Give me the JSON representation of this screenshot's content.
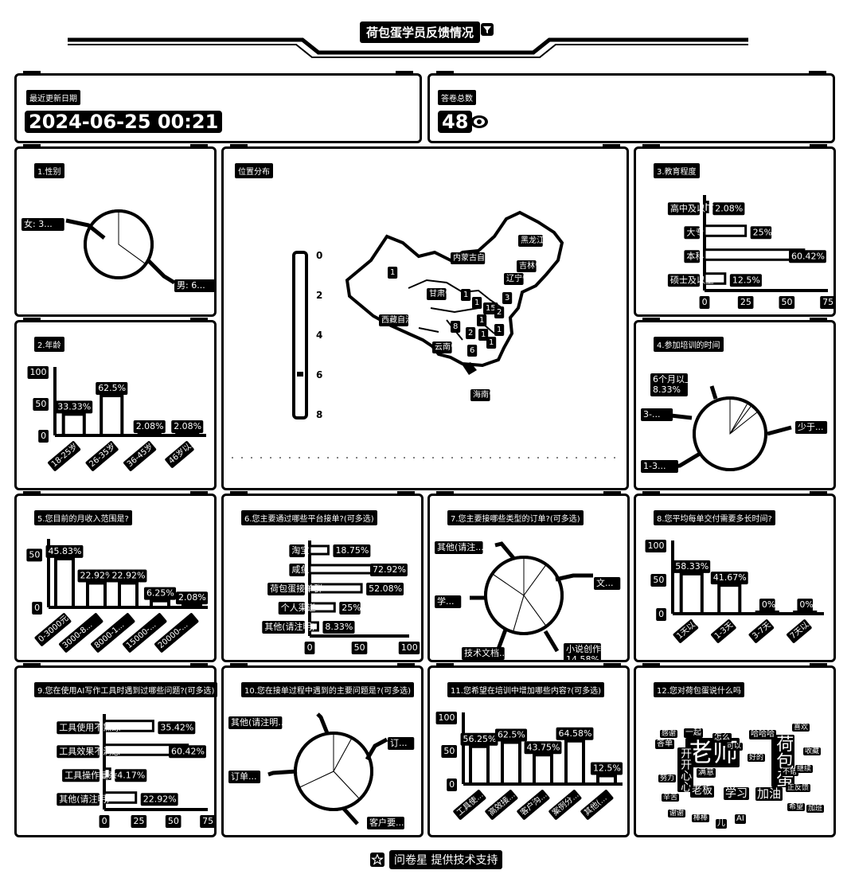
{
  "header": {
    "title": "荷包蛋学员反馈情况"
  },
  "stats": {
    "update_label": "最近更新日期",
    "update_value": "2024-06-25 00:21",
    "count_label": "答卷总数",
    "count_value": "48"
  },
  "map": {
    "title": "位置分布",
    "legend_ticks": [
      "0",
      "2",
      "4",
      "6",
      "8"
    ],
    "provinces": [
      "内蒙古自治区",
      "黑龙江省",
      "吉林省",
      "辽宁省",
      "甘肃省",
      "西藏自治区",
      "云南省",
      "海南省"
    ],
    "numbers": [
      "1",
      "1",
      "1",
      "15",
      "3",
      "8",
      "1",
      "2",
      "1",
      "6",
      "1",
      "2",
      "1"
    ]
  },
  "chart_data": [
    {
      "id": "q1",
      "type": "pie",
      "title": "1.性别",
      "labels": [
        "女: 3...",
        "男: 6..."
      ],
      "values": [
        35,
        65
      ]
    },
    {
      "id": "q2",
      "type": "bar",
      "title": "2.年龄",
      "categories": [
        "18-25岁",
        "26-35岁",
        "36-45岁",
        "46岁以上"
      ],
      "values": [
        33.33,
        62.5,
        2.08,
        2.08
      ],
      "value_labels": [
        "33.33%",
        "62.5%",
        "2.08%",
        "2.08%"
      ],
      "yticks": [
        "0",
        "50",
        "100"
      ],
      "ylim": [
        0,
        100
      ]
    },
    {
      "id": "q3",
      "type": "hbar",
      "title": "3.教育程度",
      "categories": [
        "高中及以下",
        "大专",
        "本科",
        "硕士及以上"
      ],
      "values": [
        2.08,
        25,
        60.42,
        12.5
      ],
      "value_labels": [
        "2.08%",
        "25%",
        "60.42%",
        "12.5%"
      ],
      "xticks": [
        "0",
        "25",
        "50",
        "75"
      ],
      "xlim": [
        0,
        75
      ]
    },
    {
      "id": "q4",
      "type": "pie",
      "title": "4.参加培训的时间",
      "labels": [
        "6个月以上:\n8.33%",
        "3-...",
        "1-3...",
        "少于..."
      ],
      "values": [
        8.33,
        2,
        4,
        85.67
      ]
    },
    {
      "id": "q5",
      "type": "bar",
      "title": "5.您目前的月收入范围是?",
      "categories": [
        "0-3000元",
        "3000-8...",
        "8000-1...",
        "15000-...",
        "20000-..."
      ],
      "values": [
        45.83,
        22.92,
        22.92,
        6.25,
        2.08
      ],
      "value_labels": [
        "45.83%",
        "22.92%",
        "22.92%",
        "6.25%",
        "2.08%"
      ],
      "yticks": [
        "0",
        "50"
      ],
      "ylim": [
        0,
        60
      ]
    },
    {
      "id": "q6",
      "type": "hbar",
      "title": "6.您主要通过哪些平台接单?(可多选)",
      "categories": [
        "淘宝",
        "咸鱼",
        "荷包蛋接单群",
        "个人渠道",
        "其他(请注明)"
      ],
      "values": [
        18.75,
        72.92,
        52.08,
        25,
        8.33
      ],
      "value_labels": [
        "18.75%",
        "72.92%",
        "52.08%",
        "25%",
        "8.33%"
      ],
      "xticks": [
        "0",
        "50",
        "100"
      ],
      "xlim": [
        0,
        100
      ]
    },
    {
      "id": "q7",
      "type": "pie",
      "title": "7.您主要接哪些类型的订单?(可多选)",
      "labels": [
        "其他(请注...",
        "文...",
        "小说创作:\n14.58%",
        "技术文档...",
        "学..."
      ],
      "values": [
        10,
        30,
        14.58,
        30,
        15.42
      ]
    },
    {
      "id": "q8",
      "type": "bar",
      "title": "8.您平均每单交付需要多长时间?",
      "categories": [
        "1天以内",
        "1-3天",
        "3-7天",
        "7天以上"
      ],
      "values": [
        58.33,
        41.67,
        0,
        0
      ],
      "value_labels": [
        "58.33%",
        "41.67%",
        "0%",
        "0%"
      ],
      "yticks": [
        "0",
        "50",
        "100"
      ],
      "ylim": [
        0,
        100
      ]
    },
    {
      "id": "q9",
      "type": "hbar",
      "title": "9.您在使用AI写作工具时遇到过哪些问题?(可多选)",
      "categories": [
        "工具使用不熟练",
        "工具效果不满意",
        "工具操作复杂",
        "其他(请注明)"
      ],
      "values": [
        35.42,
        60.42,
        4.17,
        22.92
      ],
      "value_labels": [
        "35.42%",
        "60.42%",
        "4.17%",
        "22.92%"
      ],
      "xticks": [
        "0",
        "25",
        "50",
        "75"
      ],
      "xlim": [
        0,
        75
      ]
    },
    {
      "id": "q10",
      "type": "pie",
      "title": "10.您在接单过程中遇到的主要问题是?(可多选)",
      "labels": [
        "其他(请注明...",
        "订...",
        "订单...",
        "客户要..."
      ],
      "values": [
        8,
        30,
        30,
        32
      ]
    },
    {
      "id": "q11",
      "type": "bar",
      "title": "11.您希望在培训中增加哪些内容?(可多选)",
      "categories": [
        "工具使...",
        "高效接...",
        "客户沟...",
        "案例分...",
        "其他(..."
      ],
      "values": [
        56.25,
        62.5,
        43.75,
        64.58,
        12.5
      ],
      "value_labels": [
        "56.25%",
        "62.5%",
        "43.75%",
        "64.58%",
        "12.5%"
      ],
      "yticks": [
        "0",
        "50",
        "100"
      ],
      "ylim": [
        0,
        100
      ]
    }
  ],
  "wordcloud": {
    "title": "12.您对荷包蛋说什么吗",
    "words": [
      "老师",
      "荷包蛋",
      "开开心心",
      "学习",
      "加油",
      "老板",
      "儿",
      "AI",
      "答单",
      "感谢",
      "一起",
      "怎么",
      "哈哈哈",
      "喜欢",
      "收藏",
      "正反馈",
      "谢谢",
      "棒棒",
      "可以",
      "好的",
      "希望",
      "加班",
      "努力",
      "辛苦",
      "满意",
      "不错",
      "继续"
    ]
  },
  "footer": {
    "text": "问卷星 提供技术支持"
  }
}
